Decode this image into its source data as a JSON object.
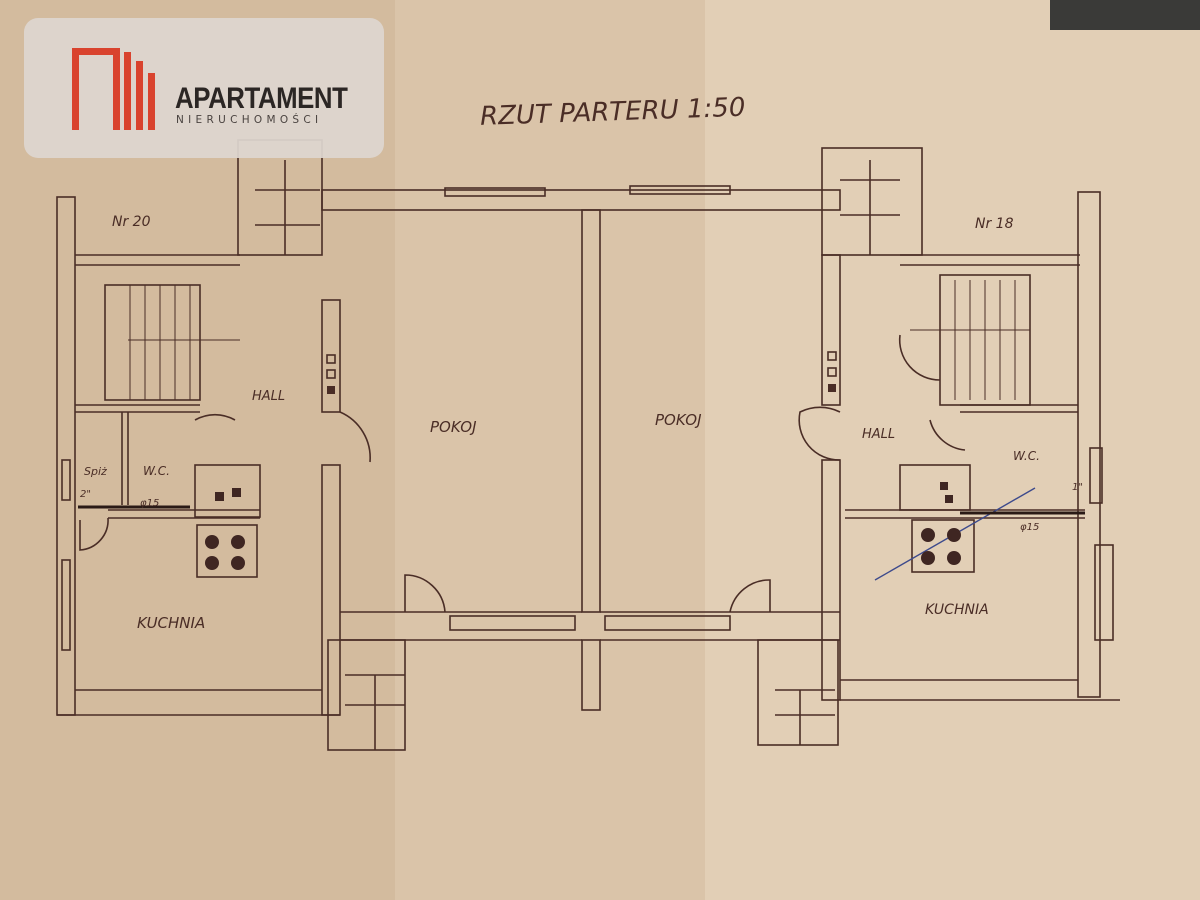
{
  "logo": {
    "title": "APARTAMENT",
    "subtitle": "NIERUCHOMOŚCI",
    "accent": "#d9432e"
  },
  "plan": {
    "title": "RZUT PARTERU 1:50",
    "left_unit": {
      "number": "Nr 20",
      "hall": "HALL",
      "pantry": "Spiż",
      "wc": "W.C.",
      "kitchen": "KUCHNIA",
      "pipe_size": "2\"",
      "pipe_diameter": "φ15"
    },
    "center": {
      "room_left": "POKOJ",
      "room_right": "POKOJ"
    },
    "right_unit": {
      "number": "Nr 18",
      "hall": "HALL",
      "wc": "W.C.",
      "kitchen": "KUCHNIA",
      "pipe_size": "1\"",
      "pipe_diameter": "φ15"
    },
    "colors": {
      "paper_left": "#d6bfa3",
      "paper_right": "#e2cfb6",
      "ink": "#4a2d26"
    }
  }
}
